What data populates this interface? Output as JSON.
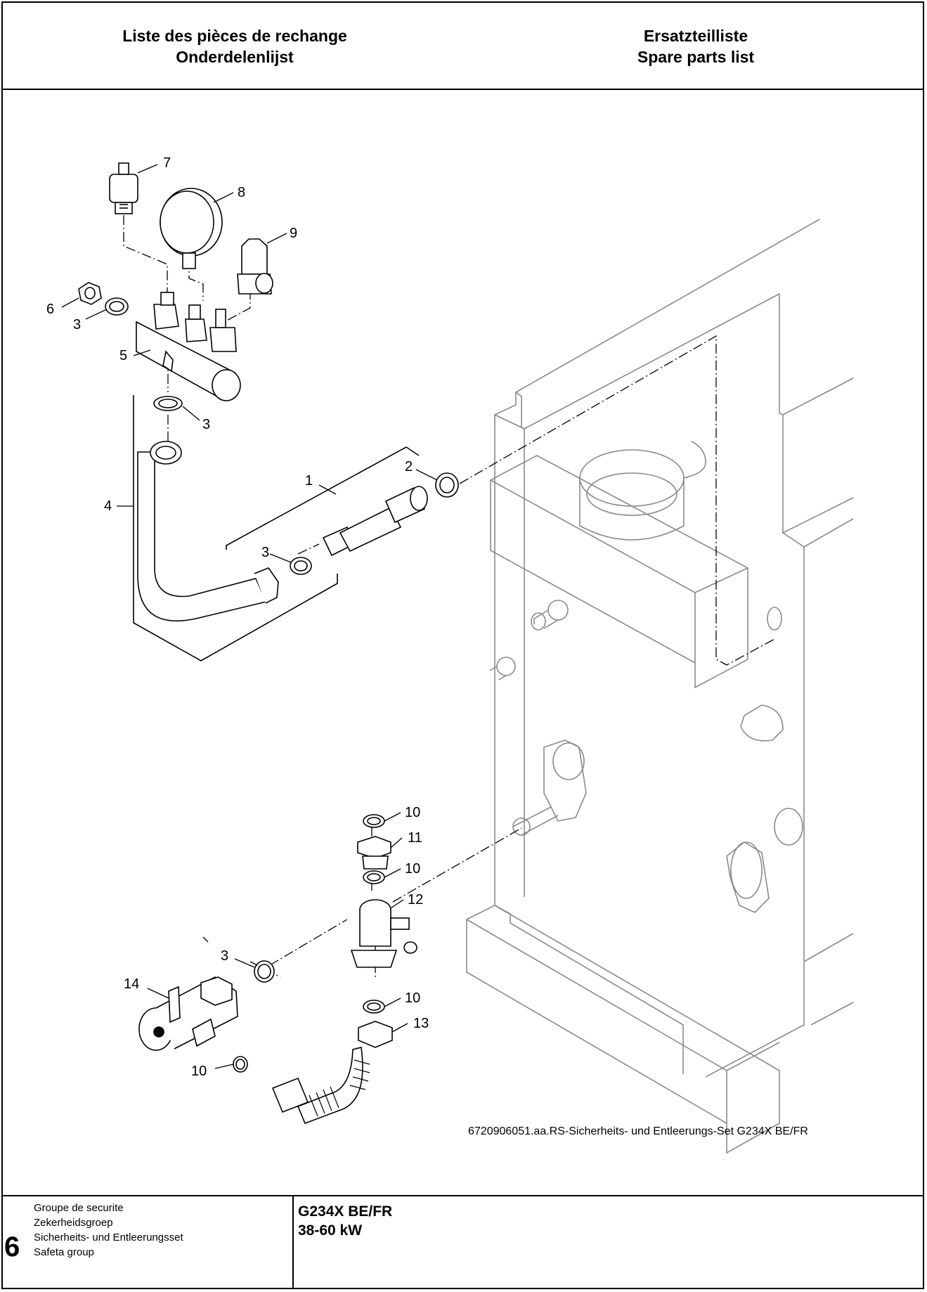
{
  "header": {
    "left_line1": "Liste des pièces de rechange",
    "left_line2": "Onderdelenlijst",
    "right_line1": "Ersatzteilliste",
    "right_line2": "Spare parts list"
  },
  "drawing": {
    "callouts": {
      "c7": "7",
      "c8": "8",
      "c9": "9",
      "c6": "6",
      "c3a": "3",
      "c5": "5",
      "c3b": "3",
      "c4": "4",
      "c1": "1",
      "c2": "2",
      "c3c": "3",
      "c10a": "10",
      "c11": "11",
      "c10b": "10",
      "c12": "12",
      "c3d": "3",
      "c14": "14",
      "c10c": "10",
      "c13": "13",
      "c10d": "10"
    },
    "caption": "6720906051.aa.RS-Sicherheits- und Entleerungs-Set G234X BE/FR"
  },
  "footer": {
    "section_number": "6",
    "line1": "Groupe de securite",
    "line2": "Zekerheidsgroep",
    "line3": "Sicherheits- und Entleerungsset",
    "line4": "Safeta group",
    "model": "G234X BE/FR",
    "power": "38-60 kW"
  }
}
